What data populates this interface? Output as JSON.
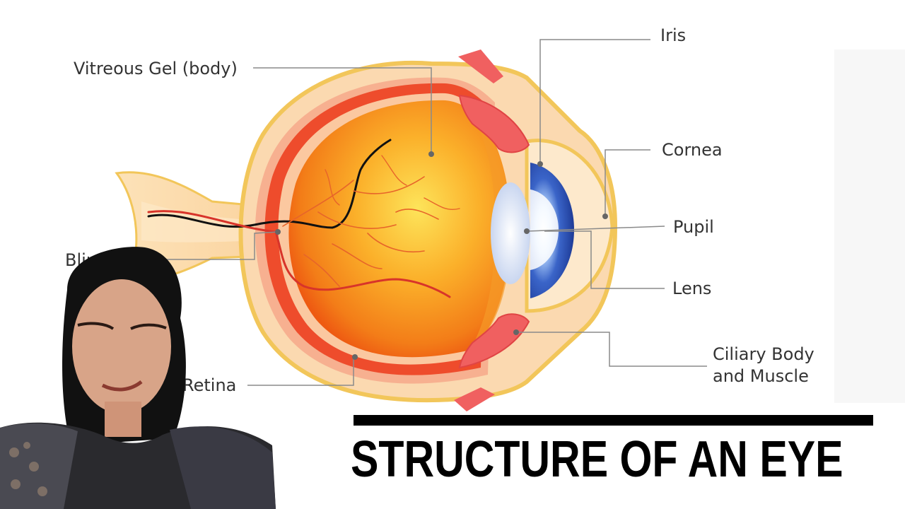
{
  "labels": {
    "iris": "Iris",
    "vitreous": "Vitreous Gel (body)",
    "cornea": "Cornea",
    "pupil": "Pupil",
    "blind_spot": "Blind Spot",
    "lens": "Lens",
    "ciliary_line1": "Ciliary Body",
    "ciliary_line2": "and Muscle",
    "retina": "Retina"
  },
  "title": "STRUCTURE OF AN EYE",
  "colors": {
    "sclera": "#fbd9b0",
    "outer_border": "#f2c65a",
    "choroid": "#ee4c2c",
    "vitreous_center": "#fdd33a",
    "vitreous_edge": "#f17a18",
    "iris": "#2b4aa8",
    "leader_line": "#8a8a8a",
    "title": "#000000"
  }
}
